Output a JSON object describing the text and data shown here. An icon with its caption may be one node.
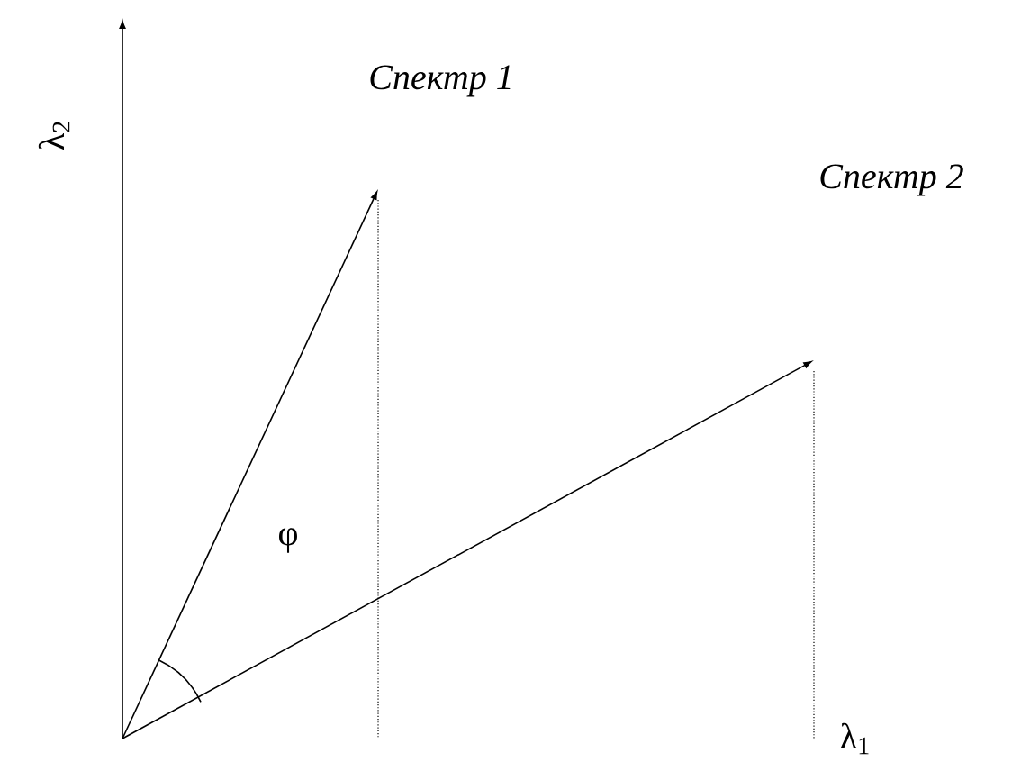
{
  "diagram": {
    "labels": [
      "Спектр 1",
      "λ$_{2}$",
      "Спектр 2",
      "φ",
      "λ$_{1}$"
    ]
  }
}
